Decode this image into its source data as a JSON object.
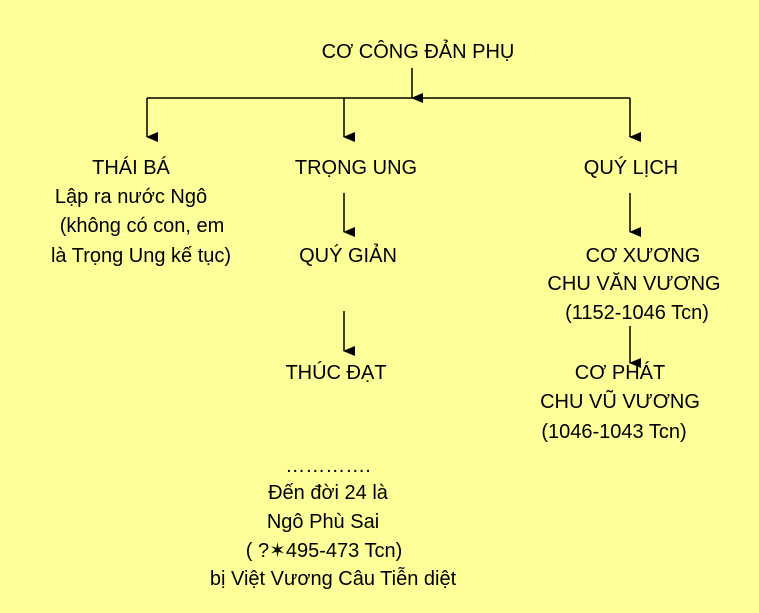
{
  "root": {
    "label": "CƠ CÔNG ĐẢN PHỤ"
  },
  "left_branch": {
    "name": "THÁI BÁ",
    "note_line1": "Lập ra nước Ngô",
    "note_line2": "(không có con, em",
    "note_line3": "là Trọng Ung kế tục)"
  },
  "middle_branch": {
    "name": "TRỌNG UNG",
    "child": "QUÝ GIẢN",
    "grandchild": "THÚC ĐẠT",
    "ellipsis": "………….",
    "note_line1": "Đến đời 24 là",
    "note_line2": "Ngô Phù Sai",
    "note_line3": "( ?✶495-473 Tcn)",
    "note_line4": "bị Việt Vương Câu Tiễn diệt"
  },
  "right_branch": {
    "name": "QUÝ LỊCH",
    "child_name": "CƠ XƯƠNG",
    "child_title": "CHU VĂN VƯƠNG",
    "child_years": "(1152-1046 Tcn)",
    "grandchild_name": "CƠ PHÁT",
    "grandchild_title": "CHU VŨ VƯƠNG",
    "grandchild_years": "(1046-1043 Tcn)"
  },
  "colors": {
    "background": "#ffff99",
    "text": "#000000",
    "line": "#000000"
  }
}
